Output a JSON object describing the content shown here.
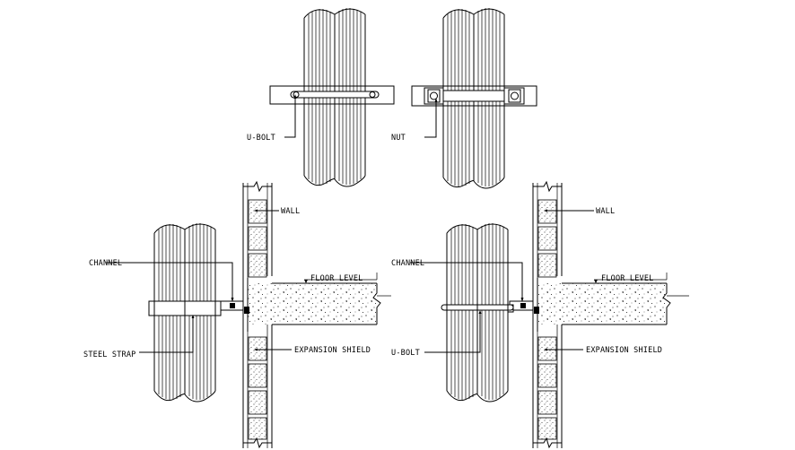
{
  "diagram": {
    "labels": {
      "top_left_ubolt": "U-BOLT",
      "top_right_nut": "NUT",
      "left_wall": "WALL",
      "left_channel": "CHANNEL",
      "left_floor_level": "FLOOR LEVEL",
      "left_steel_strap": "STEEL STRAP",
      "left_expansion_shield": "EXPANSION SHIELD",
      "right_wall": "WALL",
      "right_channel": "CHANNEL",
      "right_floor_level": "FLOOR LEVEL",
      "right_ubolt": "U-BOLT",
      "right_expansion_shield": "EXPANSION SHIELD"
    }
  },
  "colors": {
    "line": "#000000",
    "background": "#ffffff"
  }
}
